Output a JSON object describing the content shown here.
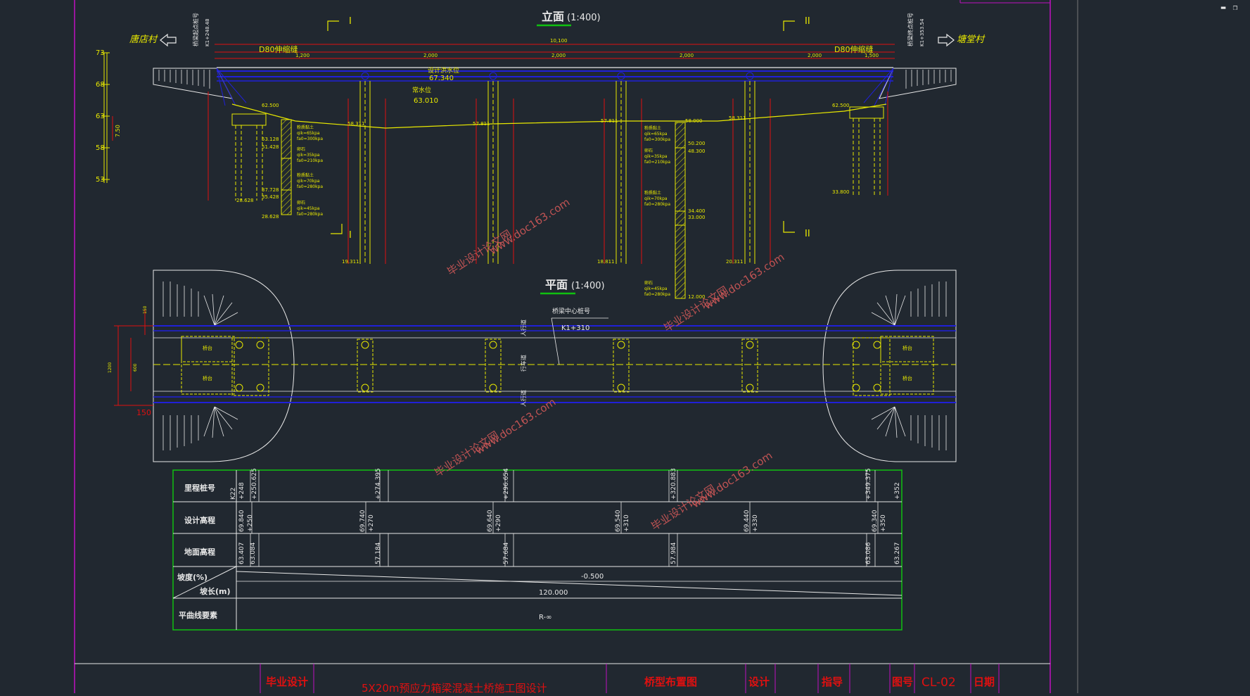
{
  "window": {
    "minimize_glyph": "▬",
    "restore_glyph": "❐"
  },
  "elevation_view": {
    "title": "立面",
    "scale": "(1:400)",
    "left_village": "唐店村",
    "right_village": "塘堂村",
    "left_abutment_label": "桥梁起点桩号",
    "left_abutment_station": "K1+248.48",
    "right_abutment_label": "桥梁终点桩号",
    "right_abutment_station": "K1+353.54",
    "total_length": "10,100",
    "span_dims": [
      "2,000",
      "2,000",
      "2,000",
      "2,000"
    ],
    "end_dims": [
      "1,200",
      "1,500"
    ],
    "expansion_joint_left": "D80伸缩缝",
    "expansion_joint_right": "D80伸缩缝",
    "design_water_level_label": "设计洪水位",
    "design_water_level": "67.340",
    "normal_water_level_label": "常水位",
    "normal_water_level": "63.010",
    "section_marks": [
      "I",
      "I",
      "II",
      "II"
    ],
    "ground_elevs": [
      "58.311",
      "57.811",
      "57.811",
      "58.000",
      "58.311",
      "62.500",
      "62.500"
    ],
    "pile_bottoms": [
      "19.311",
      "18.811",
      "20.311"
    ],
    "abutment_bottom_right": "33.800",
    "side_scale": [
      "73",
      "68",
      "63",
      "58",
      "53"
    ],
    "side_scale_dim": "7.50",
    "left_borehole": [
      "53.128",
      "51.428",
      "37.728",
      "35.428",
      "28.628",
      "28.628"
    ],
    "borehole_layers": [
      "粉质黏土",
      "qik=65kpa",
      "fa0=300kpa",
      "卵石",
      "qik=35kpa",
      "fa0=210kpa",
      "粉质黏土",
      "qik=70kpa",
      "fa0=280kpa",
      "卵石",
      "qik=45kpa",
      "fa0=280kpa"
    ],
    "right_borehole": [
      "50.200",
      "48.300",
      "34.400",
      "33.000",
      "12.000"
    ]
  },
  "plan_view": {
    "title": "平面",
    "scale": "(1:400)",
    "center_station_label": "桥梁中心桩号",
    "center_station": "K1+310",
    "lane_labels": [
      "人行道",
      "行车道",
      "人行道"
    ],
    "left_dims": [
      "150",
      "1200",
      "600",
      "150"
    ],
    "abutment_tags": [
      "桥台",
      "桥台"
    ]
  },
  "profile_table": {
    "row_labels": [
      "里程桩号",
      "设计高程",
      "地面高程",
      "坡度(%)",
      "坡长(m)",
      "平曲线要素"
    ],
    "stations": [
      "K22",
      "+248",
      "+250.625",
      "+274.395",
      "+296.654",
      "+320.883",
      "+349.375",
      "+352"
    ],
    "design_elevs": [
      [
        "69.840",
        "+250"
      ],
      [
        "69.740",
        "+270"
      ],
      [
        "69.640",
        "+290"
      ],
      [
        "69.540",
        "+310"
      ],
      [
        "69.440",
        "+330"
      ],
      [
        "69.340",
        "+350"
      ]
    ],
    "ground_elevs": [
      "63.407",
      "63.084",
      "57.184",
      "57.684",
      "57.984",
      "63.086",
      "63.267"
    ],
    "grade": "-0.500",
    "grade_length": "120.000",
    "curve": "R-∞"
  },
  "title_block": {
    "grad_design": "毕业设计",
    "project": "5X20m预应力箱梁混凝土桥施工图设计",
    "drawing_name": "桥型布置图",
    "designer_label": "设计",
    "advisor_label": "指导",
    "drawing_no_label": "图号",
    "drawing_no": "CL-02",
    "date_label": "日期"
  },
  "watermarks": [
    "毕业设计论文网",
    "www.doc163.com"
  ],
  "colors": {
    "background": "#212830",
    "cad_white": "#e8e8e8",
    "cad_yellow": "#e8e800",
    "cad_blue": "#2020d8",
    "cad_red": "#e01010",
    "cad_green": "#10c010",
    "frame_magenta": "#c010c0",
    "watermark": "#d05858"
  }
}
